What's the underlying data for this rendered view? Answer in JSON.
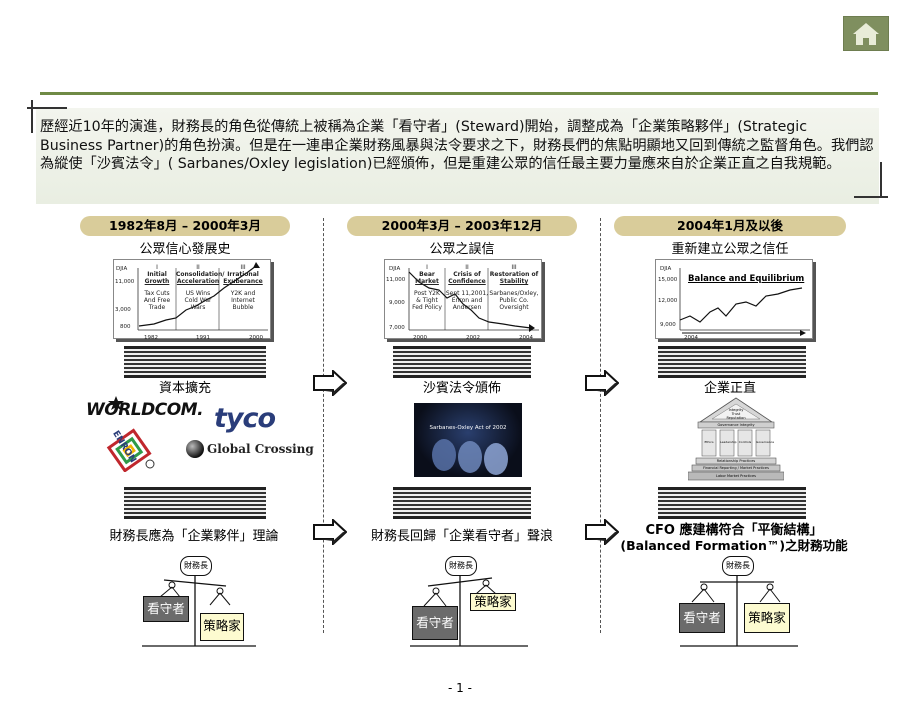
{
  "intro": "歷經近10年的演進，財務長的角色從傳統上被稱為企業「看守者」(Steward)開始，調整成為「企業策略夥伴」(Strategic Business Partner)的角色扮演。但是在一連串企業財務風暴與法令要求之下，財務長們的焦點明顯地又回到傳統之監督角色。我們認為縱使「沙賓法令」( Sarbanes/Oxley legislation)已經頒佈，但是重建公眾的信任最主要力量應來自於企業正直之自我規範。",
  "page_number": "- 1 -",
  "colors": {
    "accent": "#6f8a45",
    "pill": "#d9cc9a",
    "steward_box": "#6b6b6b",
    "strategist_box": "#fdfbd0"
  },
  "columns": [
    {
      "period": "1982年8月 – 2000年3月",
      "title": "公眾信心發展史",
      "chart": {
        "y_title": "DJIA",
        "y_ticks": [
          "11,000",
          "3,000",
          "800"
        ],
        "x_ticks": [
          "1982",
          "1991",
          "2000"
        ],
        "phases": [
          {
            "num": "I",
            "name_lines": [
              "Initial",
              "Growth"
            ],
            "desc_lines": [
              "Tax Cuts",
              "And Free",
              "Trade"
            ]
          },
          {
            "num": "II",
            "name_lines": [
              "Consolidation/",
              "Acceleration"
            ],
            "desc_lines": [
              "US Wins",
              "Cold War",
              "Wars"
            ]
          },
          {
            "num": "III",
            "name_lines": [
              "Irrational",
              "Exuberance"
            ],
            "desc_lines": [
              "Y2K and",
              "Internet",
              "Bubble"
            ]
          }
        ]
      },
      "driver": "資本擴充",
      "logos": [
        "WORLDCOM.",
        "tyco",
        "ENRON",
        "Global Crossing"
      ],
      "role_caption": "財務長應為「企業夥伴」理論",
      "scale": {
        "top": "財務長",
        "left": "看守者",
        "right": "策略家"
      }
    },
    {
      "period": "2000年3月 – 2003年12月",
      "title": "公眾之誤信",
      "chart": {
        "y_title": "DJIA",
        "y_ticks": [
          "11,000",
          "9,000",
          "7,000"
        ],
        "x_ticks": [
          "2000",
          "2002",
          "2004"
        ],
        "phases": [
          {
            "num": "I",
            "name_lines": [
              "Bear",
              "Market"
            ],
            "desc_lines": [
              "Post Y2K",
              "& Tight",
              "Fed Policy"
            ]
          },
          {
            "num": "II",
            "name_lines": [
              "Crisis of",
              "Confidence"
            ],
            "desc_lines": [
              "Sept 11,2001,",
              "Enron and",
              "Andersen"
            ]
          },
          {
            "num": "III",
            "name_lines": [
              "Restoration of",
              "Stability"
            ],
            "desc_lines": [
              "Sarbanes/Oxley,",
              "Public Co.",
              "Oversight"
            ]
          }
        ]
      },
      "driver": "沙賓法令頒佈",
      "sox_caption": "Sarbanes-Oxley Act of 2002",
      "role_caption": "財務長回歸「企業看守者」聲浪",
      "scale": {
        "top": "財務長",
        "left": "看守者",
        "right": "策略家"
      }
    },
    {
      "period": "2004年1月及以後",
      "title": "重新建立公眾之信任",
      "chart": {
        "y_title": "DJIA",
        "y_ticks": [
          "15,000",
          "12,000",
          "9,000"
        ],
        "x_ticks": [
          "2004"
        ],
        "headline": "Balance and Equilibrium"
      },
      "driver": "企業正直",
      "temple": {
        "roof": [
          "Integrity",
          "Trust",
          "Reputation"
        ],
        "pillars": [
          "Ethics",
          "Leadership",
          "Controls",
          "Governance"
        ],
        "beam": "Governance Integrity",
        "steps": [
          "Relationship Practices",
          "Financial Reporting / Market Practices",
          "Labor Market Practices"
        ]
      },
      "role_caption_lines": [
        "CFO 應建構符合「平衡結構」",
        "(Balanced Formation™)之財務功能"
      ],
      "scale": {
        "top": "財務長",
        "left": "看守者",
        "right": "策略家"
      }
    }
  ]
}
